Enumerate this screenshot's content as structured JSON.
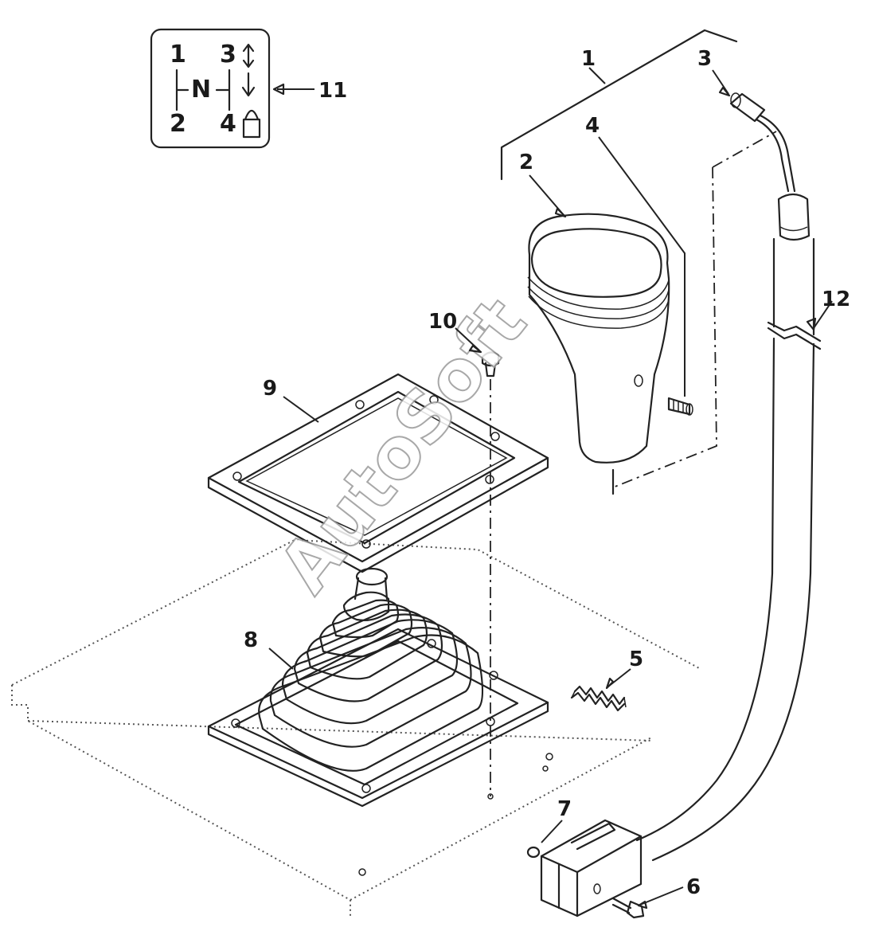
{
  "diagram": {
    "callouts": [
      {
        "id": "1",
        "label": "1"
      },
      {
        "id": "2",
        "label": "2"
      },
      {
        "id": "3",
        "label": "3"
      },
      {
        "id": "4",
        "label": "4"
      },
      {
        "id": "5",
        "label": "5"
      },
      {
        "id": "6",
        "label": "6"
      },
      {
        "id": "7",
        "label": "7"
      },
      {
        "id": "8",
        "label": "8"
      },
      {
        "id": "9",
        "label": "9"
      },
      {
        "id": "10",
        "label": "10"
      },
      {
        "id": "11",
        "label": "11"
      },
      {
        "id": "12",
        "label": "12"
      }
    ],
    "shift_pattern_plate": {
      "gear_1": "1",
      "gear_2": "2",
      "gear_3": "3",
      "gear_4": "4",
      "neutral": "N"
    },
    "watermark": "AutoSoft"
  }
}
